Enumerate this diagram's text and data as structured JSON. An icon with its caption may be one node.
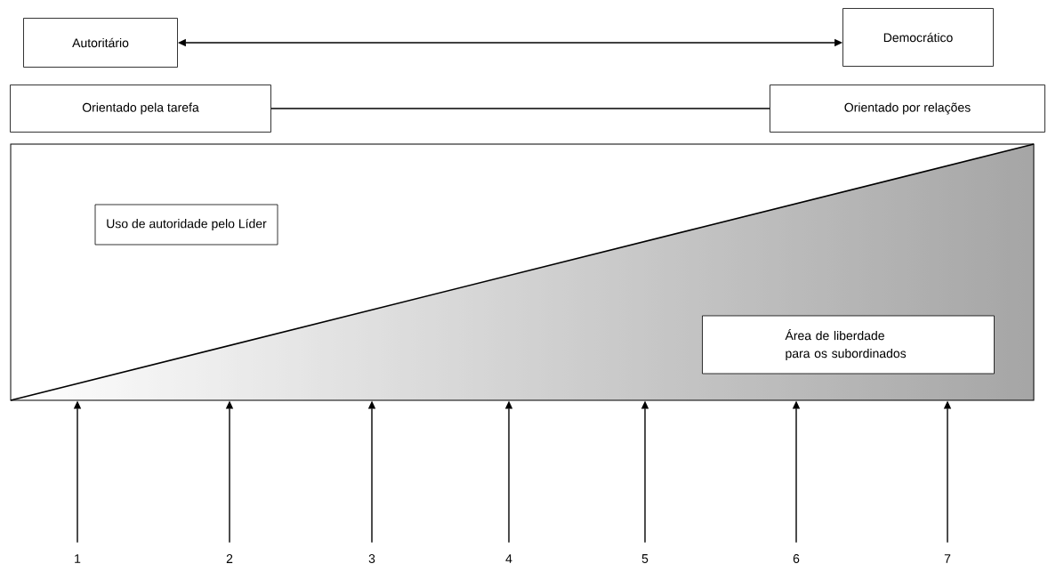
{
  "diagram": {
    "nodes": [
      {
        "text": [
          "Autoritário"
        ]
      },
      {
        "text": [
          "Democrático"
        ]
      },
      {
        "text": [
          "Orientado pela tarefa"
        ]
      },
      {
        "text": [
          "Orientado por relações"
        ]
      },
      {
        "text": [],
        "shape": "box"
      },
      {
        "text": [
          "Uso de autoridade pelo Líder"
        ],
        "in": 4
      },
      {
        "text": [
          "Área de liberdade para os subordinados"
        ],
        "in": 4
      },
      {
        "text": [
          "1"
        ]
      },
      {
        "text": [
          "2"
        ]
      },
      {
        "text": [
          "3"
        ]
      },
      {
        "text": [
          "4"
        ]
      },
      {
        "text": [
          "5"
        ]
      },
      {
        "text": [
          "6"
        ]
      },
      {
        "text": [
          "7"
        ]
      }
    ],
    "edges": [
      {
        "from": 0,
        "to": 1,
        "arrow": "both"
      },
      {
        "from": 2,
        "to": 3,
        "arrow": "none"
      },
      {
        "from": 7,
        "to": 4,
        "arrow": "to"
      },
      {
        "from": 8,
        "to": 4,
        "arrow": "to"
      },
      {
        "from": 9,
        "to": 4,
        "arrow": "to"
      },
      {
        "from": 10,
        "to": 4,
        "arrow": "to"
      },
      {
        "from": 11,
        "to": 4,
        "arrow": "to"
      },
      {
        "from": 12,
        "to": 4,
        "arrow": "to"
      },
      {
        "from": 13,
        "to": 4,
        "arrow": "to"
      }
    ]
  }
}
